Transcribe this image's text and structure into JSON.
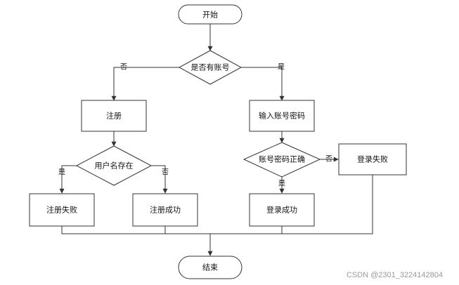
{
  "nodes": {
    "start": "开始",
    "has_account": "是否有账号",
    "register": "注册",
    "input_credentials": "输入账号密码",
    "user_exists": "用户名存在",
    "credentials_valid": "账号密码正确",
    "register_fail": "注册失败",
    "register_success": "注册成功",
    "login_success": "登录成功",
    "login_fail": "登录失败",
    "end": "结束"
  },
  "edges": {
    "has_account_no": "否",
    "has_account_yes": "是",
    "user_exists_yes": "是",
    "user_exists_no": "否",
    "credentials_valid_no": "否",
    "credentials_valid_yes": "是"
  },
  "watermark": "CSDN @2301_3224142804",
  "colors": {
    "stroke": "#333333",
    "fill": "#ffffff",
    "watermark": "#9a9a9a"
  }
}
